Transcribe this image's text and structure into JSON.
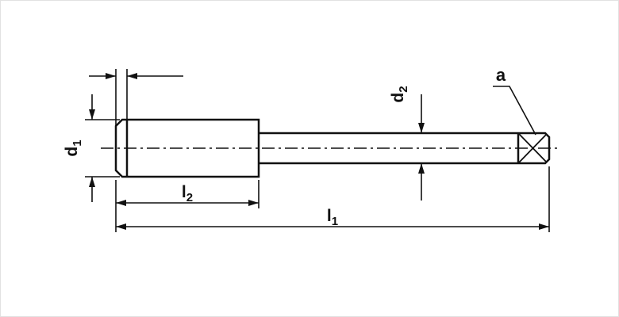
{
  "style": {
    "line_color": "#111111",
    "background": "#ffffff"
  },
  "labels": {
    "d1": {
      "base": "d",
      "sub": "1"
    },
    "d2": {
      "base": "d",
      "sub": "2"
    },
    "l2": {
      "base": "l",
      "sub": "2"
    },
    "l1": {
      "base": "l",
      "sub": "1"
    },
    "a": "a"
  }
}
